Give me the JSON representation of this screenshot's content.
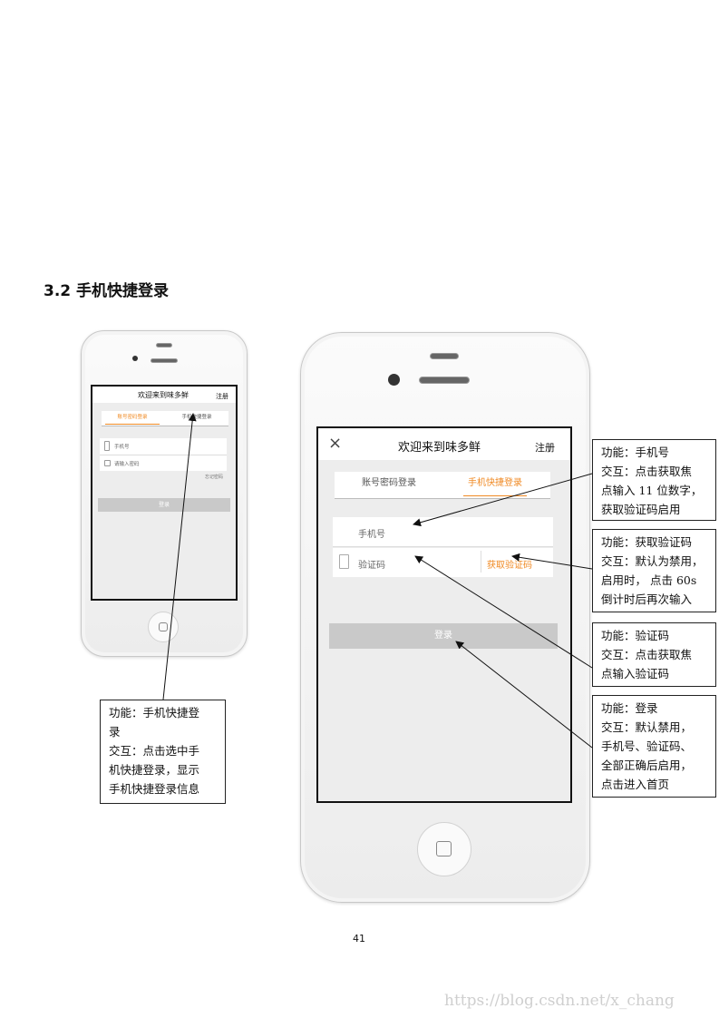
{
  "heading": "3.2 手机快捷登录",
  "page_number": "41",
  "watermark": "https://blog.csdn.net/x_chang",
  "app": {
    "title": "欢迎来到味多鲜",
    "register": "注册",
    "close_icon": "×",
    "tab_password": "账号密码登录",
    "tab_quick": "手机快捷登录",
    "phone_placeholder": "手机号",
    "password_placeholder": "请输入密码",
    "forgot_password": "忘记密码",
    "code_placeholder": "验证码",
    "get_code": "获取验证码",
    "login": "登录",
    "accent_color": "#f08a24"
  },
  "annotations": {
    "quick_login_tab": [
      "功能：手机快捷登",
      "录",
      "交互：点击选中手",
      "机快捷登录，显示",
      "手机快捷登录信息"
    ],
    "phone": [
      "功能：手机号",
      "交互：点击获取焦",
      "点输入 11 位数字，",
      "获取验证码启用"
    ],
    "get_code": [
      "功能：获取验证码",
      "交互：默认为禁用，",
      "启用时， 点击 60s",
      "倒计时后再次输入"
    ],
    "code": [
      "功能：验证码",
      "交互：点击获取焦",
      "点输入验证码"
    ],
    "login": [
      "功能：登录",
      "交互：默认禁用，",
      "手机号、验证码、",
      "全部正确后启用，",
      "点击进入首页"
    ]
  }
}
